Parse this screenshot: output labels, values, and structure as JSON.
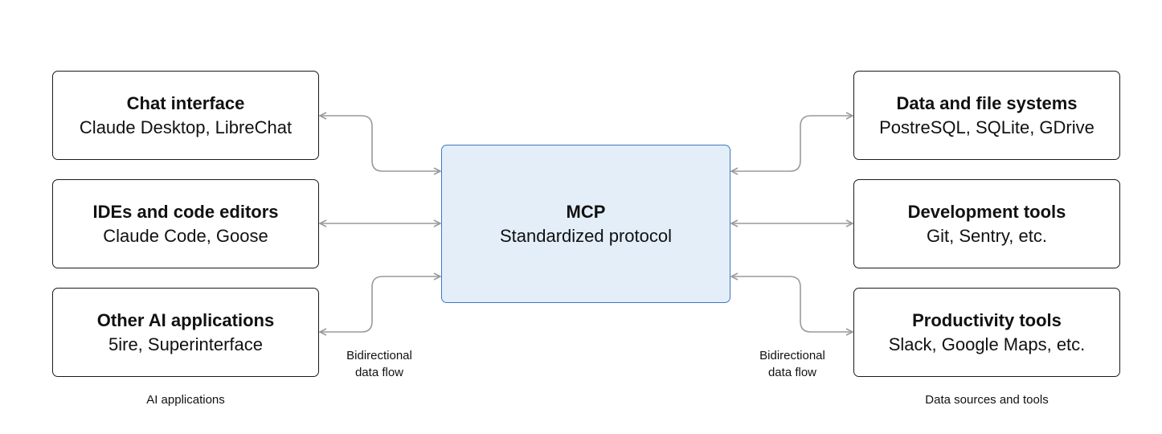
{
  "colors": {
    "center_fill": "#e4eef9",
    "center_border": "#3e78c2",
    "box_border": "#1a1a1a",
    "connector": "#9a9a9a"
  },
  "left_group": {
    "label": "AI applications",
    "flow_label_line1": "Bidirectional",
    "flow_label_line2": "data flow",
    "boxes": [
      {
        "title": "Chat interface",
        "subtitle": "Claude Desktop, LibreChat"
      },
      {
        "title": "IDEs and code editors",
        "subtitle": "Claude Code, Goose"
      },
      {
        "title": "Other AI applications",
        "subtitle": "5ire, Superinterface"
      }
    ]
  },
  "center": {
    "title": "MCP",
    "subtitle": "Standardized protocol"
  },
  "right_group": {
    "label": "Data sources and tools",
    "flow_label_line1": "Bidirectional",
    "flow_label_line2": "data flow",
    "boxes": [
      {
        "title": "Data and file systems",
        "subtitle": "PostreSQL, SQLite, GDrive"
      },
      {
        "title": "Development tools",
        "subtitle": "Git, Sentry, etc."
      },
      {
        "title": "Productivity tools",
        "subtitle": "Slack, Google Maps, etc."
      }
    ]
  }
}
